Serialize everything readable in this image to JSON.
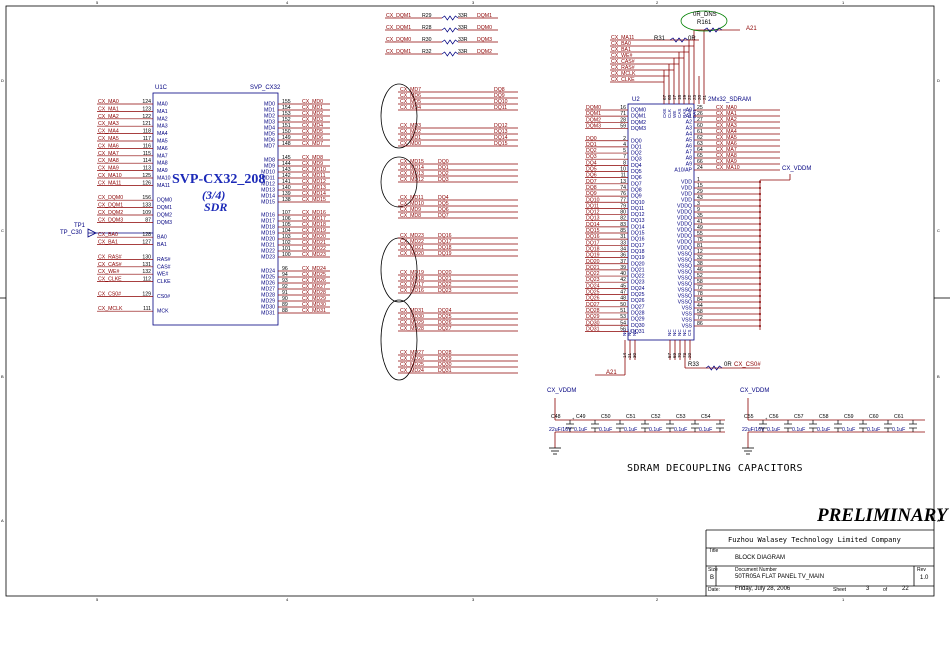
{
  "colors": {
    "net": "#8b0000",
    "pin": "#000080",
    "title": "#1c2ab8",
    "callout": "#008000"
  },
  "border": {
    "top": [
      "5",
      "4",
      "3",
      "2",
      "1"
    ],
    "bottom": [
      "5",
      "4",
      "3",
      "2",
      "1"
    ],
    "left": [
      "D",
      "C",
      "B",
      "A"
    ],
    "right": [
      "D",
      "C",
      "B",
      "A"
    ]
  },
  "nets": {
    "a21": "A21",
    "cx_vddm": "CX_VDDM"
  },
  "u1c": {
    "ref": "U1C",
    "part": "SVP_CX32",
    "title": "SVP-CX32_208",
    "fraction": "(3/4)",
    "type": "SDR",
    "left_pins": [
      {
        "net": "CX_MA0",
        "num": "124",
        "name": "MA0"
      },
      {
        "net": "CX_MA1",
        "num": "123",
        "name": "MA1"
      },
      {
        "net": "CX_MA2",
        "num": "122",
        "name": "MA2"
      },
      {
        "net": "CX_MA3",
        "num": "121",
        "name": "MA3"
      },
      {
        "net": "CX_MA4",
        "num": "118",
        "name": "MA4"
      },
      {
        "net": "CX_MA5",
        "num": "117",
        "name": "MA5"
      },
      {
        "net": "CX_MA6",
        "num": "116",
        "name": "MA6"
      },
      {
        "net": "CX_MA7",
        "num": "115",
        "name": "MA7"
      },
      {
        "net": "CX_MA8",
        "num": "114",
        "name": "MA8"
      },
      {
        "net": "CX_MA9",
        "num": "113",
        "name": "MA9"
      },
      {
        "net": "CX_MA10",
        "num": "125",
        "name": "MA10"
      },
      {
        "net": "CX_MA11",
        "num": "126",
        "name": "MA11"
      },
      {
        "net": "",
        "num": "",
        "name": ""
      },
      {
        "net": "CX_DQM0",
        "num": "156",
        "name": "DQM0"
      },
      {
        "net": "CX_DQM1",
        "num": "133",
        "name": "DQM1"
      },
      {
        "net": "CX_DQM2",
        "num": "109",
        "name": "DQM2"
      },
      {
        "net": "CX_DQM3",
        "num": "87",
        "name": "DQM3"
      },
      {
        "net": "",
        "num": "",
        "name": ""
      },
      {
        "net": "CX_BA0",
        "num": "128",
        "name": "BA0"
      },
      {
        "net": "CX_BA1",
        "num": "127",
        "name": "BA1"
      },
      {
        "net": "",
        "num": "",
        "name": ""
      },
      {
        "net": "CX_RAS#",
        "num": "130",
        "name": "RAS#"
      },
      {
        "net": "CX_CAS#",
        "num": "131",
        "name": "CAS#"
      },
      {
        "net": "CX_WE#",
        "num": "132",
        "name": "WE#"
      },
      {
        "net": "CX_CLKE",
        "num": "112",
        "name": "CLKE"
      },
      {
        "net": "",
        "num": "",
        "name": ""
      },
      {
        "net": "CX_CS0#",
        "num": "129",
        "name": "CS0#"
      },
      {
        "net": "",
        "num": "",
        "name": ""
      },
      {
        "net": "CX_MCLK",
        "num": "111",
        "name": "MCK"
      }
    ],
    "right_pins": [
      {
        "net": "CX_MD0",
        "num": "155",
        "name": "MD0"
      },
      {
        "net": "CX_MD1",
        "num": "154",
        "name": "MD1"
      },
      {
        "net": "CX_MD2",
        "num": "153",
        "name": "MD2"
      },
      {
        "net": "CX_MD3",
        "num": "152",
        "name": "MD3"
      },
      {
        "net": "CX_MD4",
        "num": "151",
        "name": "MD4"
      },
      {
        "net": "CX_MD5",
        "num": "150",
        "name": "MD5"
      },
      {
        "net": "CX_MD6",
        "num": "149",
        "name": "MD6"
      },
      {
        "net": "CX_MD7",
        "num": "148",
        "name": "MD7"
      },
      {
        "net": "CX_MD8",
        "num": "145",
        "name": "MD8"
      },
      {
        "net": "CX_MD9",
        "num": "144",
        "name": "MD9"
      },
      {
        "net": "CX_MD10",
        "num": "143",
        "name": "MD10"
      },
      {
        "net": "CX_MD11",
        "num": "142",
        "name": "MD11"
      },
      {
        "net": "CX_MD12",
        "num": "141",
        "name": "MD12"
      },
      {
        "net": "CX_MD13",
        "num": "140",
        "name": "MD13"
      },
      {
        "net": "CX_MD14",
        "num": "139",
        "name": "MD14"
      },
      {
        "net": "CX_MD15",
        "num": "138",
        "name": "MD15"
      },
      {
        "net": "CX_MD16",
        "num": "107",
        "name": "MD16"
      },
      {
        "net": "CX_MD17",
        "num": "106",
        "name": "MD17"
      },
      {
        "net": "CX_MD18",
        "num": "105",
        "name": "MD18"
      },
      {
        "net": "CX_MD19",
        "num": "104",
        "name": "MD19"
      },
      {
        "net": "CX_MD20",
        "num": "103",
        "name": "MD20"
      },
      {
        "net": "CX_MD21",
        "num": "102",
        "name": "MD21"
      },
      {
        "net": "CX_MD22",
        "num": "101",
        "name": "MD22"
      },
      {
        "net": "CX_MD23",
        "num": "100",
        "name": "MD23"
      },
      {
        "net": "CX_MD24",
        "num": "96",
        "name": "MD24"
      },
      {
        "net": "CX_MD25",
        "num": "94",
        "name": "MD25"
      },
      {
        "net": "CX_MD26",
        "num": "93",
        "name": "MD26"
      },
      {
        "net": "CX_MD27",
        "num": "92",
        "name": "MD27"
      },
      {
        "net": "CX_MD28",
        "num": "91",
        "name": "MD28"
      },
      {
        "net": "CX_MD29",
        "num": "90",
        "name": "MD29"
      },
      {
        "net": "CX_MD30",
        "num": "89",
        "name": "MD30"
      },
      {
        "net": "CX_MD31",
        "num": "88",
        "name": "MD31"
      }
    ]
  },
  "dqm_resistors": [
    {
      "from": "CX_DQM1",
      "ref": "R29",
      "value": "33R",
      "to": "DQM1"
    },
    {
      "from": "CX_DQM1",
      "ref": "R28",
      "value": "33R",
      "to": "DQM0"
    },
    {
      "from": "CX_DQM0",
      "ref": "R30",
      "value": "33R",
      "to": "DQM3"
    },
    {
      "from": "CX_DQM1",
      "ref": "R32",
      "value": "33R",
      "to": "DQM2"
    }
  ],
  "md_map": [
    {
      "from": "CX_MD7",
      "to": "DQ8"
    },
    {
      "from": "CX_MD6",
      "to": "DQ9"
    },
    {
      "from": "CX_MD5",
      "to": "DQ10"
    },
    {
      "from": "CX_MD4",
      "to": "DQ11"
    },
    {
      "from": "CX_MD3",
      "to": "DQ12"
    },
    {
      "from": "CX_MD2",
      "to": "DQ13"
    },
    {
      "from": "CX_MD1",
      "to": "DQ14"
    },
    {
      "from": "CX_MD0",
      "to": "DQ15"
    },
    {
      "from": "CX_MD15",
      "to": "DQ0"
    },
    {
      "from": "CX_MD14",
      "to": "DQ1"
    },
    {
      "from": "CX_MD13",
      "to": "DQ2"
    },
    {
      "from": "CX_MD12",
      "to": "DQ3"
    },
    {
      "from": "CX_MD11",
      "to": "DQ4"
    },
    {
      "from": "CX_MD10",
      "to": "DQ5"
    },
    {
      "from": "CX_MD9",
      "to": "DQ6"
    },
    {
      "from": "CX_MD8",
      "to": "DQ7"
    },
    {
      "from": "CX_MD23",
      "to": "DQ16"
    },
    {
      "from": "CX_MD22",
      "to": "DQ17"
    },
    {
      "from": "CX_MD21",
      "to": "DQ18"
    },
    {
      "from": "CX_MD20",
      "to": "DQ19"
    },
    {
      "from": "CX_MD19",
      "to": "DQ20"
    },
    {
      "from": "CX_MD18",
      "to": "DQ21"
    },
    {
      "from": "CX_MD17",
      "to": "DQ22"
    },
    {
      "from": "CX_MD16",
      "to": "DQ23"
    },
    {
      "from": "CX_MD31",
      "to": "DQ24"
    },
    {
      "from": "CX_MD30",
      "to": "DQ25"
    },
    {
      "from": "CX_MD29",
      "to": "DQ26"
    },
    {
      "from": "CX_MD28",
      "to": "DQ27"
    },
    {
      "from": "CX_MD27",
      "to": "DQ28"
    },
    {
      "from": "CX_MD26",
      "to": "DQ29"
    },
    {
      "from": "CX_MD25",
      "to": "DQ30"
    },
    {
      "from": "CX_MD24",
      "to": "DQ31"
    }
  ],
  "r161": {
    "value": "0R_DNS",
    "ref": "R161"
  },
  "r31": {
    "ref": "R31",
    "value": "0R"
  },
  "r33": {
    "ref": "R33",
    "value": "0R",
    "net": "CX_CS0#"
  },
  "u2": {
    "ref": "U2",
    "part": "2Mx32_SDRAM",
    "top_nets": [
      "CX_MA11",
      "CX_BA0",
      "CX_BA1",
      "CX_WE#",
      "CX_CAS#",
      "CX_RAS#",
      "CX_MCLK",
      "CX_CLKE"
    ],
    "top_pins": [
      {
        "num": "67",
        "name": "CKE"
      },
      {
        "num": "68",
        "name": "CLK"
      },
      {
        "num": "17",
        "name": "WE"
      },
      {
        "num": "18",
        "name": "CAS"
      },
      {
        "num": "19",
        "name": "RAS"
      },
      {
        "num": "22",
        "name": "BA0"
      },
      {
        "num": "23",
        "name": "BA1"
      },
      {
        "num": "20",
        "name": ""
      },
      {
        "num": "21",
        "name": ""
      }
    ],
    "left_pins": [
      {
        "net": "DQM0",
        "num": "16",
        "name": "DQM0"
      },
      {
        "net": "DQM1",
        "num": "71",
        "name": "DQM1"
      },
      {
        "net": "DQM2",
        "num": "28",
        "name": "DQM2"
      },
      {
        "net": "DQM3",
        "num": "59",
        "name": "DQM3"
      },
      {
        "net": "",
        "num": "",
        "name": ""
      },
      {
        "net": "DQ0",
        "num": "2",
        "name": "DQ0"
      },
      {
        "net": "DQ1",
        "num": "4",
        "name": "DQ1"
      },
      {
        "net": "DQ2",
        "num": "5",
        "name": "DQ2"
      },
      {
        "net": "DQ3",
        "num": "7",
        "name": "DQ3"
      },
      {
        "net": "DQ4",
        "num": "8",
        "name": "DQ4"
      },
      {
        "net": "DQ5",
        "num": "10",
        "name": "DQ5"
      },
      {
        "net": "DQ6",
        "num": "11",
        "name": "DQ6"
      },
      {
        "net": "DQ7",
        "num": "13",
        "name": "DQ7"
      },
      {
        "net": "DQ8",
        "num": "74",
        "name": "DQ8"
      },
      {
        "net": "DQ9",
        "num": "76",
        "name": "DQ9"
      },
      {
        "net": "DQ10",
        "num": "77",
        "name": "DQ10"
      },
      {
        "net": "DQ11",
        "num": "79",
        "name": "DQ11"
      },
      {
        "net": "DQ12",
        "num": "80",
        "name": "DQ12"
      },
      {
        "net": "DQ13",
        "num": "82",
        "name": "DQ13"
      },
      {
        "net": "DQ14",
        "num": "83",
        "name": "DQ14"
      },
      {
        "net": "DQ15",
        "num": "85",
        "name": "DQ15"
      },
      {
        "net": "DQ16",
        "num": "31",
        "name": "DQ16"
      },
      {
        "net": "DQ17",
        "num": "33",
        "name": "DQ17"
      },
      {
        "net": "DQ18",
        "num": "34",
        "name": "DQ18"
      },
      {
        "net": "DQ19",
        "num": "36",
        "name": "DQ19"
      },
      {
        "net": "DQ20",
        "num": "37",
        "name": "DQ20"
      },
      {
        "net": "DQ21",
        "num": "39",
        "name": "DQ21"
      },
      {
        "net": "DQ22",
        "num": "40",
        "name": "DQ22"
      },
      {
        "net": "DQ23",
        "num": "42",
        "name": "DQ23"
      },
      {
        "net": "DQ24",
        "num": "45",
        "name": "DQ24"
      },
      {
        "net": "DQ25",
        "num": "47",
        "name": "DQ25"
      },
      {
        "net": "DQ26",
        "num": "48",
        "name": "DQ26"
      },
      {
        "net": "DQ27",
        "num": "50",
        "name": "DQ27"
      },
      {
        "net": "DQ28",
        "num": "51",
        "name": "DQ28"
      },
      {
        "net": "DQ29",
        "num": "53",
        "name": "DQ29"
      },
      {
        "net": "DQ30",
        "num": "54",
        "name": "DQ30"
      },
      {
        "net": "DQ31",
        "num": "56",
        "name": "DQ31"
      }
    ],
    "right_pins": [
      {
        "net": "CX_MA0",
        "num": "25",
        "name": "A0"
      },
      {
        "net": "CX_MA1",
        "num": "26",
        "name": "A1"
      },
      {
        "net": "CX_MA2",
        "num": "27",
        "name": "A2"
      },
      {
        "net": "CX_MA3",
        "num": "60",
        "name": "A3"
      },
      {
        "net": "CX_MA4",
        "num": "61",
        "name": "A4"
      },
      {
        "net": "CX_MA5",
        "num": "62",
        "name": "A5"
      },
      {
        "net": "CX_MA6",
        "num": "63",
        "name": "A6"
      },
      {
        "net": "CX_MA7",
        "num": "64",
        "name": "A7"
      },
      {
        "net": "CX_MA8",
        "num": "65",
        "name": "A8"
      },
      {
        "net": "CX_MA9",
        "num": "66",
        "name": "A9"
      },
      {
        "net": "CX_MA10",
        "num": "24",
        "name": "A10/AP"
      },
      {
        "net": "",
        "num": "",
        "name": ""
      },
      {
        "net": "",
        "num": "1",
        "name": "VDD"
      },
      {
        "net": "",
        "num": "15",
        "name": "VDD"
      },
      {
        "net": "",
        "num": "29",
        "name": "VDD"
      },
      {
        "net": "",
        "num": "43",
        "name": "VDD"
      },
      {
        "net": "",
        "num": "3",
        "name": "VDDQ"
      },
      {
        "net": "",
        "num": "9",
        "name": "VDDQ"
      },
      {
        "net": "",
        "num": "35",
        "name": "VDDQ"
      },
      {
        "net": "",
        "num": "41",
        "name": "VDDQ"
      },
      {
        "net": "",
        "num": "49",
        "name": "VDDQ"
      },
      {
        "net": "",
        "num": "55",
        "name": "VDDQ"
      },
      {
        "net": "",
        "num": "75",
        "name": "VDDQ"
      },
      {
        "net": "",
        "num": "81",
        "name": "VDDQ"
      },
      {
        "net": "",
        "num": "12",
        "name": "VSSQ"
      },
      {
        "net": "",
        "num": "32",
        "name": "VSSQ"
      },
      {
        "net": "",
        "num": "38",
        "name": "VSSQ"
      },
      {
        "net": "",
        "num": "46",
        "name": "VSSQ"
      },
      {
        "net": "",
        "num": "52",
        "name": "VSSQ"
      },
      {
        "net": "",
        "num": "58",
        "name": "VSSQ"
      },
      {
        "net": "",
        "num": "72",
        "name": "VSSQ"
      },
      {
        "net": "",
        "num": "78",
        "name": "VSSQ"
      },
      {
        "net": "",
        "num": "84",
        "name": "VSSQ"
      },
      {
        "net": "",
        "num": "44",
        "name": "VSS"
      },
      {
        "net": "",
        "num": "58",
        "name": "VSS"
      },
      {
        "net": "",
        "num": "72",
        "name": "VSS"
      },
      {
        "net": "",
        "num": "86",
        "name": "VSS"
      }
    ],
    "bottom_pins": [
      {
        "num": "14",
        "name": "NC"
      },
      {
        "num": "21",
        "name": "NC"
      },
      {
        "num": "30",
        "name": "NC"
      },
      {
        "num": "57",
        "name": "NC"
      },
      {
        "num": "69",
        "name": "NC"
      },
      {
        "num": "70",
        "name": "NC"
      },
      {
        "num": "73",
        "name": "NC"
      },
      {
        "num": "20",
        "name": "CS"
      },
      {
        "num": "",
        "name": ""
      }
    ]
  },
  "tp1": {
    "ref": "TP1",
    "label": "TP_C30"
  },
  "caps": {
    "title": "SDRAM DECOUPLING CAPACITORS",
    "bank1_label": "CX_VDDM",
    "bank2_label": "CX_VDDM",
    "bank1": [
      {
        "ref": "C48",
        "value": "22uF/16V",
        "polar": true
      },
      {
        "ref": "C49",
        "value": "0.1uF"
      },
      {
        "ref": "C50",
        "value": "0.1uF"
      },
      {
        "ref": "C51",
        "value": "0.1uF"
      },
      {
        "ref": "C52",
        "value": "0.1uF"
      },
      {
        "ref": "C53",
        "value": "0.1uF"
      },
      {
        "ref": "C54",
        "value": "0.1uF"
      }
    ],
    "bank2": [
      {
        "ref": "C55",
        "value": "22uF/16V",
        "polar": true
      },
      {
        "ref": "C56",
        "value": "0.1uF"
      },
      {
        "ref": "C57",
        "value": "0.1uF"
      },
      {
        "ref": "C58",
        "value": "0.1uF"
      },
      {
        "ref": "C59",
        "value": "0.1uF"
      },
      {
        "ref": "C60",
        "value": "0.1uF"
      },
      {
        "ref": "C61",
        "value": "0.1uF"
      }
    ]
  },
  "title_block": {
    "stamp": "PRELIMINARY",
    "company": "Fuzhou Walasey Technology Limited Company",
    "title_caption": "Title",
    "title": "BLOCK DIAGRAM",
    "size_caption": "Size",
    "size": "B",
    "doc_caption": "Document Number",
    "doc_number": "50TR05A FLAT PANEL TV_MAIN",
    "rev_caption": "Rev",
    "rev": "1.0",
    "date_caption": "Date:",
    "date": "Friday, July 28, 2006",
    "sheet_caption": "Sheet",
    "sheet": "3",
    "of_caption": "of",
    "of": "22"
  }
}
